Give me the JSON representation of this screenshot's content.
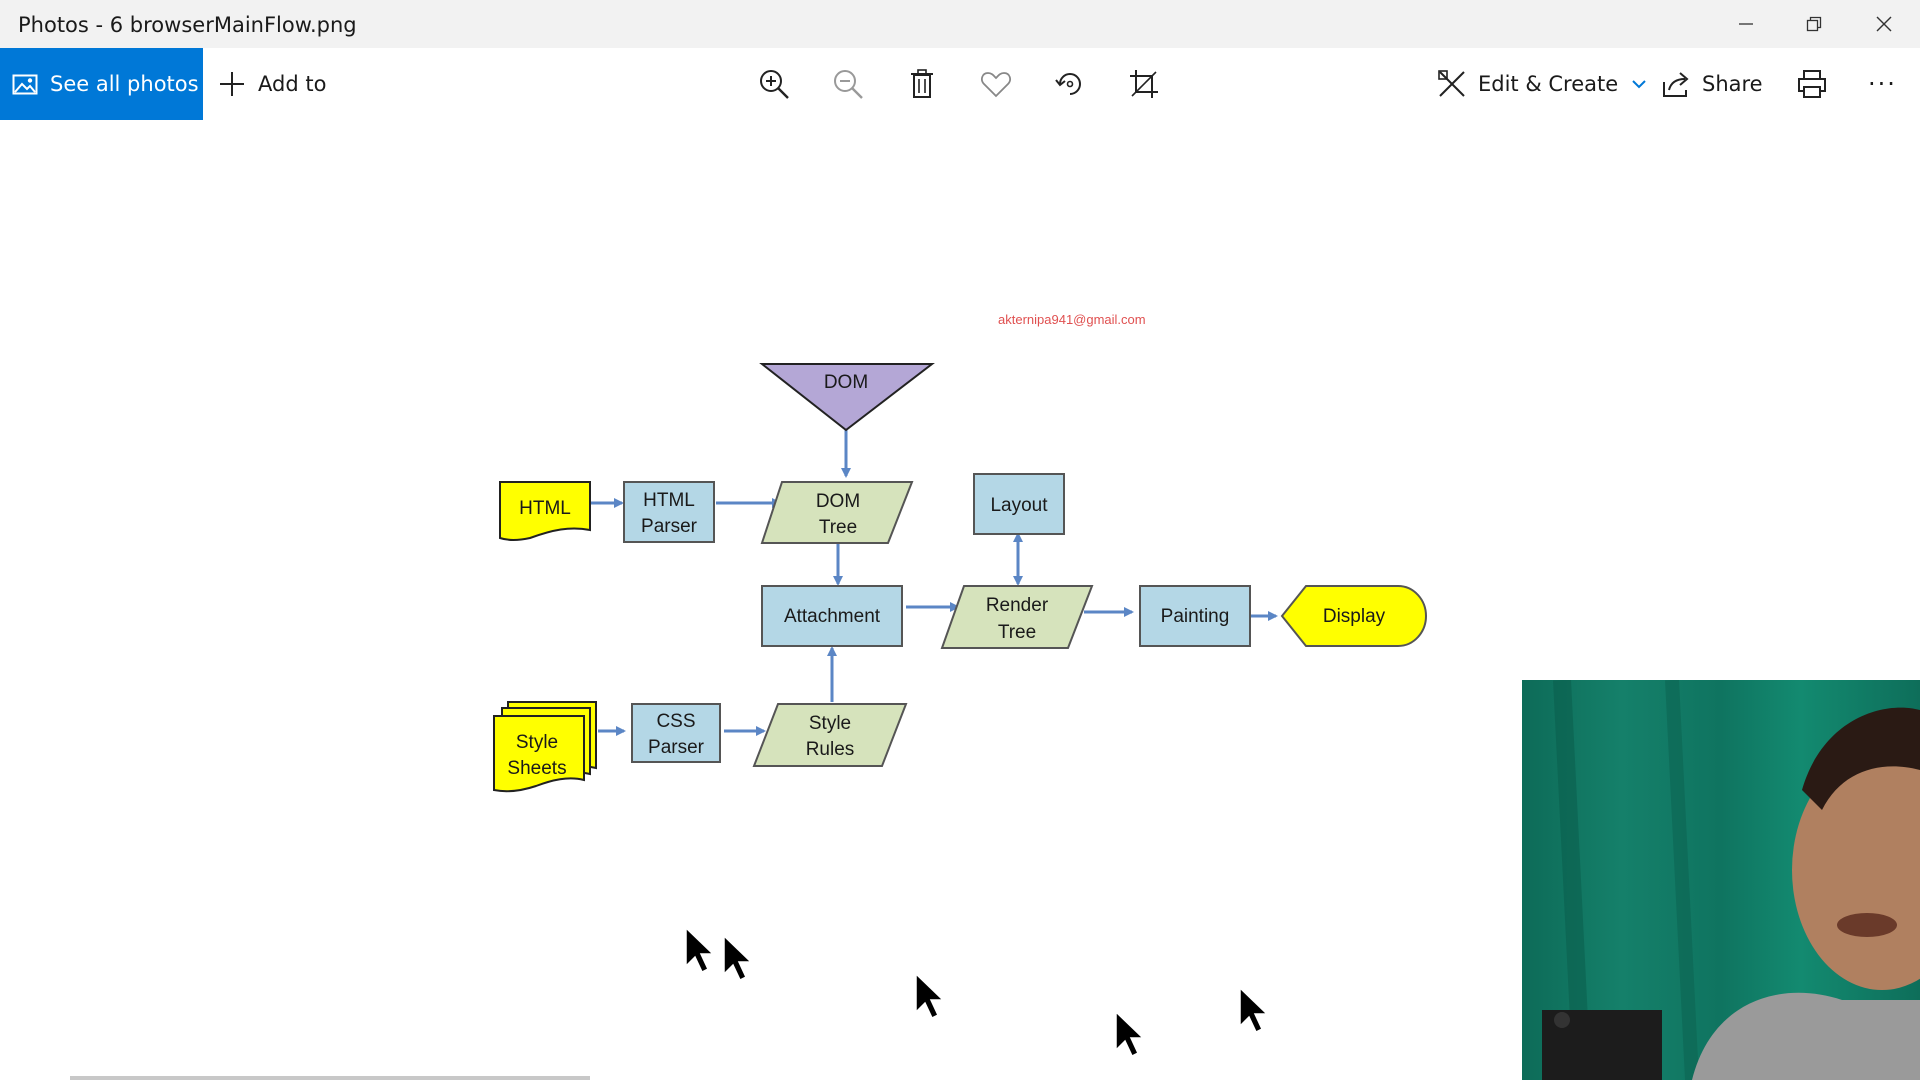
{
  "window": {
    "title": "Photos - 6 browserMainFlow.png"
  },
  "toolbar": {
    "see_all_label": "See all photos",
    "add_to_label": "Add to",
    "edit_create_label": "Edit & Create",
    "share_label": "Share",
    "more_label": "···",
    "icons": [
      "zoom-in-icon",
      "zoom-out-icon",
      "delete-icon",
      "favorite-icon",
      "rotate-icon",
      "crop-icon",
      "print-icon"
    ]
  },
  "image": {
    "watermark_email": "akternipa941@gmail.com",
    "nodes": {
      "dom": "DOM",
      "html": "HTML",
      "html_parser_1": "HTML",
      "html_parser_2": "Parser",
      "dom_tree_1": "DOM",
      "dom_tree_2": "Tree",
      "layout": "Layout",
      "attachment": "Attachment",
      "render_tree_1": "Render",
      "render_tree_2": "Tree",
      "painting": "Painting",
      "display": "Display",
      "style_sheets_1": "Style",
      "style_sheets_2": "Sheets",
      "css_parser_1": "CSS",
      "css_parser_2": "Parser",
      "style_rules_1": "Style",
      "style_rules_2": "Rules"
    },
    "colors": {
      "process_fill": "#b4d7e6",
      "data_fill": "#d6e3bc",
      "document_fill": "#ffff00",
      "dom_fill": "#b4a7d6",
      "arrow": "#5b86c5"
    }
  }
}
